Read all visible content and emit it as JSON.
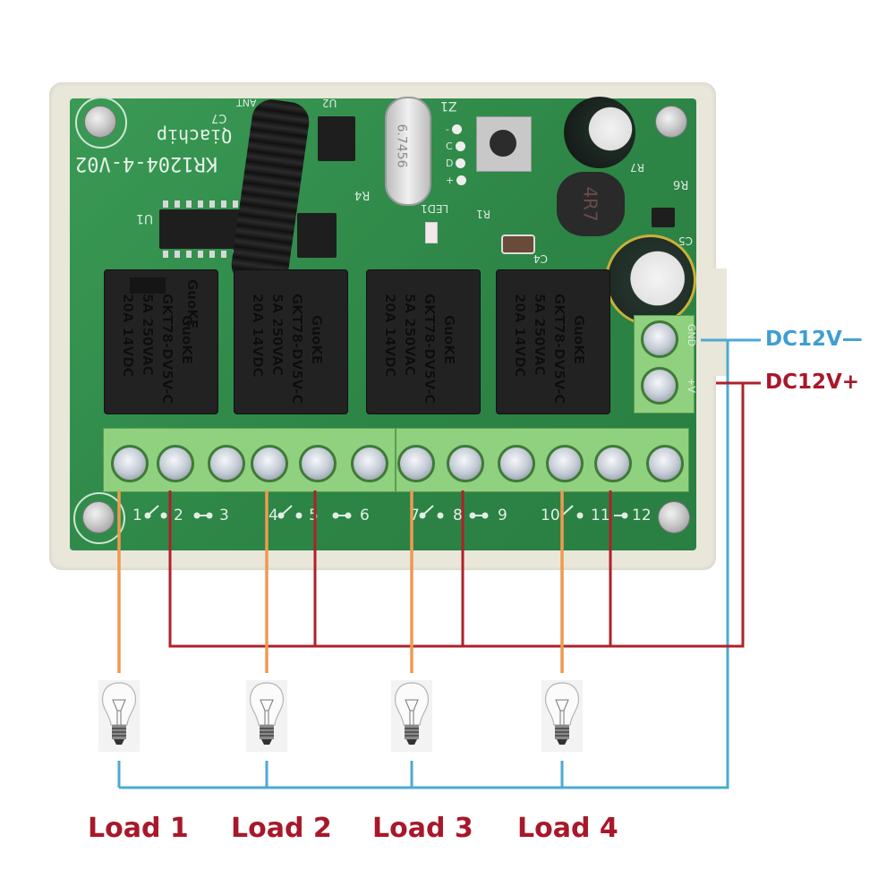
{
  "board": {
    "model_label": "KR1204-4-V02",
    "brand_label": "Qiachip",
    "silkscreen": {
      "u1": "U1",
      "u2": "U2",
      "ant": "ANT",
      "c7": "C7",
      "z1": "Z1",
      "r4": "R4",
      "led1": "LED1",
      "r1": "R1",
      "r6": "R6",
      "r7": "R7",
      "c4": "C4",
      "c5": "C5",
      "gnd": "GND",
      "vplus": "+V",
      "header_pins": [
        "-",
        "C",
        "D",
        "+"
      ]
    },
    "crystal_label": "6.7456",
    "inductor_label": "4R7",
    "relays": [
      {
        "brand": "GuoKE",
        "model": "GKT78-DV5V-C",
        "rating1": "5A 250VAC",
        "rating2": "20A 14VDC"
      },
      {
        "brand": "GuoKE",
        "model": "GKT78-DV5V-C",
        "rating1": "5A 250VAC",
        "rating2": "20A 14VDC"
      },
      {
        "brand": "GuoKE",
        "model": "GKT78-DV5V-C",
        "rating1": "5A 250VAC",
        "rating2": "20A 14VDC"
      },
      {
        "brand": "GuoKE",
        "model": "GKT78-DV5V-C",
        "rating1": "5A 250VAC",
        "rating2": "20A 14VDC"
      }
    ],
    "terminal_labels": [
      "1",
      "2",
      "3",
      "4",
      "5",
      "6",
      "7",
      "8",
      "9",
      "10",
      "11",
      "12"
    ]
  },
  "power": {
    "negative_label": "DC12V—",
    "positive_label": "DC12V+"
  },
  "loads": [
    {
      "label": "Load 1"
    },
    {
      "label": "Load 2"
    },
    {
      "label": "Load 3"
    },
    {
      "label": "Load 4"
    }
  ],
  "colors": {
    "negative_wire": "#4da9d3",
    "positive_wire": "#b0202a",
    "load_wire": "#ee9a52",
    "label_red": "#a8182a",
    "label_blue": "#3f9fd0",
    "pcb_green": "#2f8a4a",
    "terminal_green": "#8fd17e"
  }
}
